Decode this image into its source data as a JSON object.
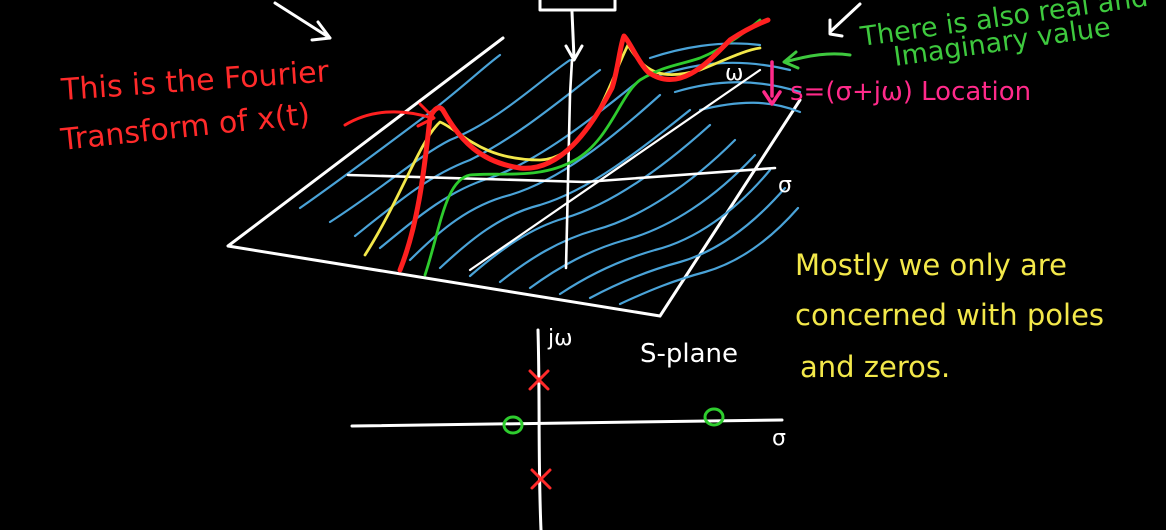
{
  "colors": {
    "background": "#000000",
    "chalk_white": "#ffffff",
    "grid_blue": "#4aa3d8",
    "fourier_red": "#ff2020",
    "curve_yellow": "#f3e84a",
    "curve_green": "#2ecc2e",
    "note_green": "#3ec93e",
    "pink_marker": "#ff2a8a",
    "pole_red": "#ff2a2a",
    "zero_green": "#2ecc2e"
  },
  "annotations": {
    "fourier_line1": "This is the Fourier",
    "fourier_line2": "Transform of x(t)",
    "real_imag_line1": "There is also real and",
    "real_imag_line2": "Imaginary value",
    "location": "s=(σ+jω) Location",
    "note_line1": "Mostly we only are",
    "note_line2": "concerned with poles",
    "note_line3": "and zeros."
  },
  "surface_plot": {
    "omega_label": "ω",
    "sigma_label": "σ"
  },
  "s_plane": {
    "title": "S-plane",
    "jw_label": "jω",
    "sigma_label": "σ",
    "poles": [
      "upper",
      "lower"
    ],
    "zeros": [
      "left",
      "right"
    ]
  }
}
